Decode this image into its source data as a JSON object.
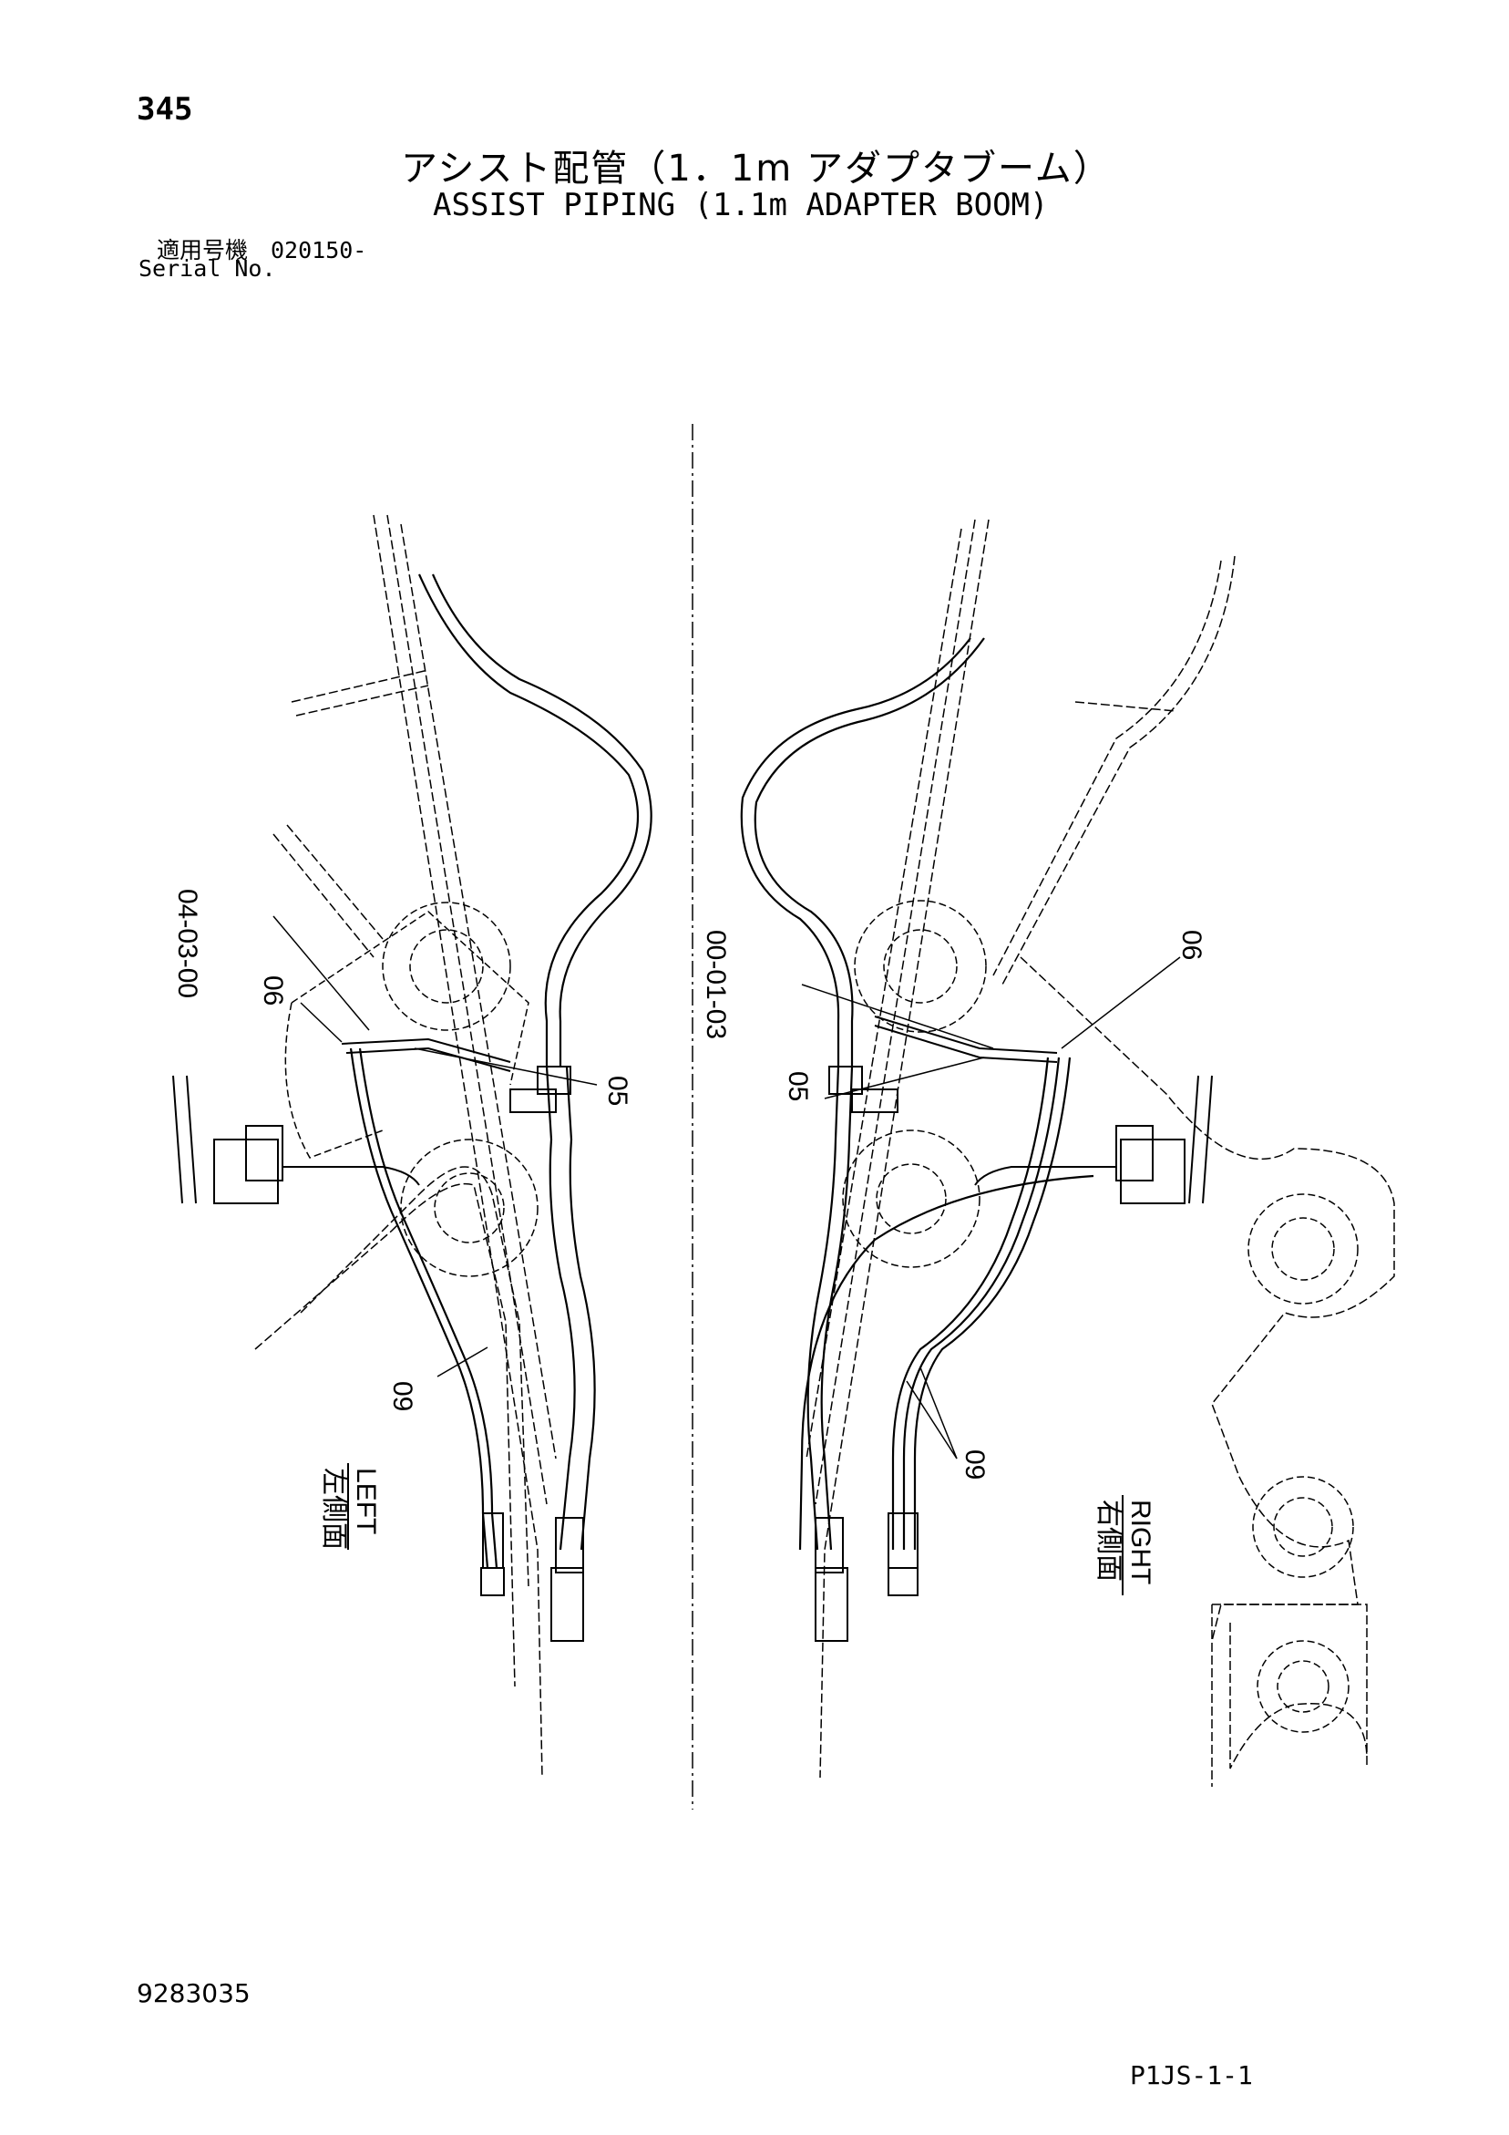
{
  "header": {
    "page_number": "345",
    "title_jp": "アシスト配管（1．1m アダプタブーム）",
    "title_en": "ASSIST PIPING (1.1m ADAPTER BOOM)",
    "serial_label_jp": "適用号機　020150-",
    "serial_label_en": "Serial No."
  },
  "diagram": {
    "left_view": {
      "label_jp": "左側面",
      "label_en": "LEFT",
      "callouts": [
        "04-03-00",
        "06",
        "05",
        "09"
      ]
    },
    "right_view": {
      "label_jp": "右側面",
      "label_en": "RIGHT",
      "callouts": [
        "00-01-03",
        "06",
        "05",
        "09"
      ]
    }
  },
  "footer": {
    "doc_number": "9283035",
    "page_code": "P1JS-1-1"
  }
}
